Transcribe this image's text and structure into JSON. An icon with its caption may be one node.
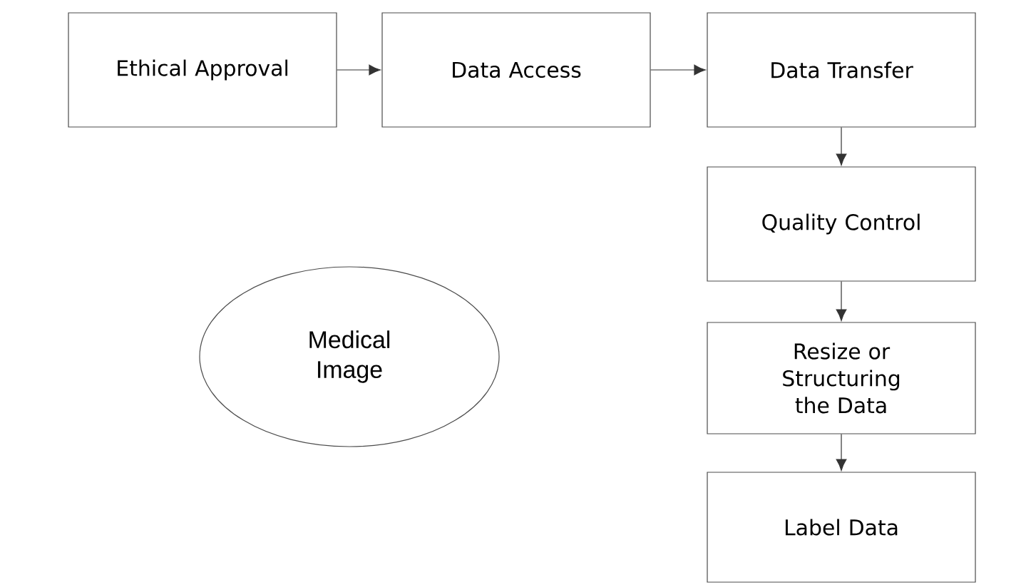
{
  "diagram": {
    "nodes": [
      {
        "text": [
          "Ethical Approval"
        ]
      },
      {
        "text": [
          "Data Access"
        ]
      },
      {
        "text": [
          "Data Transfer"
        ]
      },
      {
        "text": [
          "Quality Control"
        ]
      },
      {
        "text": [
          "Resize or Structuring the Data"
        ]
      },
      {
        "text": [
          "Label Data"
        ]
      },
      {
        "text": [
          "Medical Image"
        ]
      }
    ],
    "edges": [
      {
        "from": 0,
        "to": 1,
        "arrow": "to"
      },
      {
        "from": 1,
        "to": 2,
        "arrow": "to"
      },
      {
        "from": 2,
        "to": 3,
        "arrow": "to"
      },
      {
        "from": 3,
        "to": 4,
        "arrow": "to"
      },
      {
        "from": 4,
        "to": 5,
        "arrow": "to"
      }
    ]
  }
}
